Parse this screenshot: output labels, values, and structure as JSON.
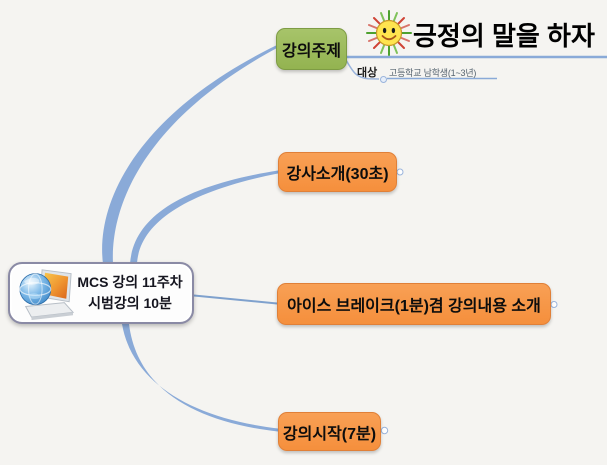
{
  "mindmap": {
    "central": {
      "line1": "MCS 강의 11주차",
      "line2": "시범강의 10분",
      "icon": "laptop-globe-icon"
    },
    "topics": [
      {
        "label": "강의주제",
        "style": "green",
        "children": [
          {
            "label": "긍정의 말을 하자",
            "icon": "sun-smiley-icon",
            "style": "headline-underline"
          },
          {
            "label": "대상",
            "style": "small-bold",
            "children": [
              {
                "label": "고등학교 남학생(1~3년)",
                "style": "small-underline"
              }
            ]
          }
        ]
      },
      {
        "label": "강사소개(30초)",
        "style": "orange"
      },
      {
        "label": "아이스 브레이크(1분)겸 강의내용 소개",
        "style": "orange"
      },
      {
        "label": "강의시작(7분)",
        "style": "orange"
      }
    ],
    "colors": {
      "background": "#f5f4f1",
      "branch_line": "#8aaad8",
      "topic_green": "#9bbb59",
      "topic_orange": "#f79646",
      "central_border": "#8a8aa5",
      "underline_blue": "#8aaad8"
    }
  }
}
